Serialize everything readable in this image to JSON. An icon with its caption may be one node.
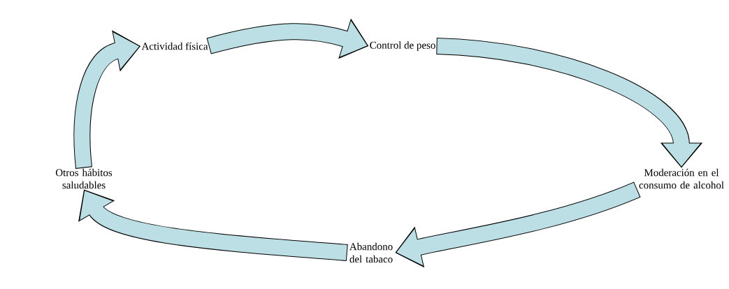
{
  "diagram": {
    "nodes": [
      {
        "text": [
          "Actividad física"
        ]
      },
      {
        "text": [
          "Control de peso"
        ]
      },
      {
        "text": [
          "Moderación en el consumo de alcohol"
        ]
      },
      {
        "text": [
          "Abandono del tabaco"
        ]
      },
      {
        "text": [
          "Otros hábitos saludables"
        ]
      }
    ],
    "edges": [
      {
        "from": 0,
        "to": 1,
        "arrow": "to"
      },
      {
        "from": 1,
        "to": 2,
        "arrow": "to"
      },
      {
        "from": 2,
        "to": 3,
        "arrow": "to"
      },
      {
        "from": 3,
        "to": 4,
        "arrow": "to"
      },
      {
        "from": 4,
        "to": 0,
        "arrow": "to"
      }
    ]
  }
}
